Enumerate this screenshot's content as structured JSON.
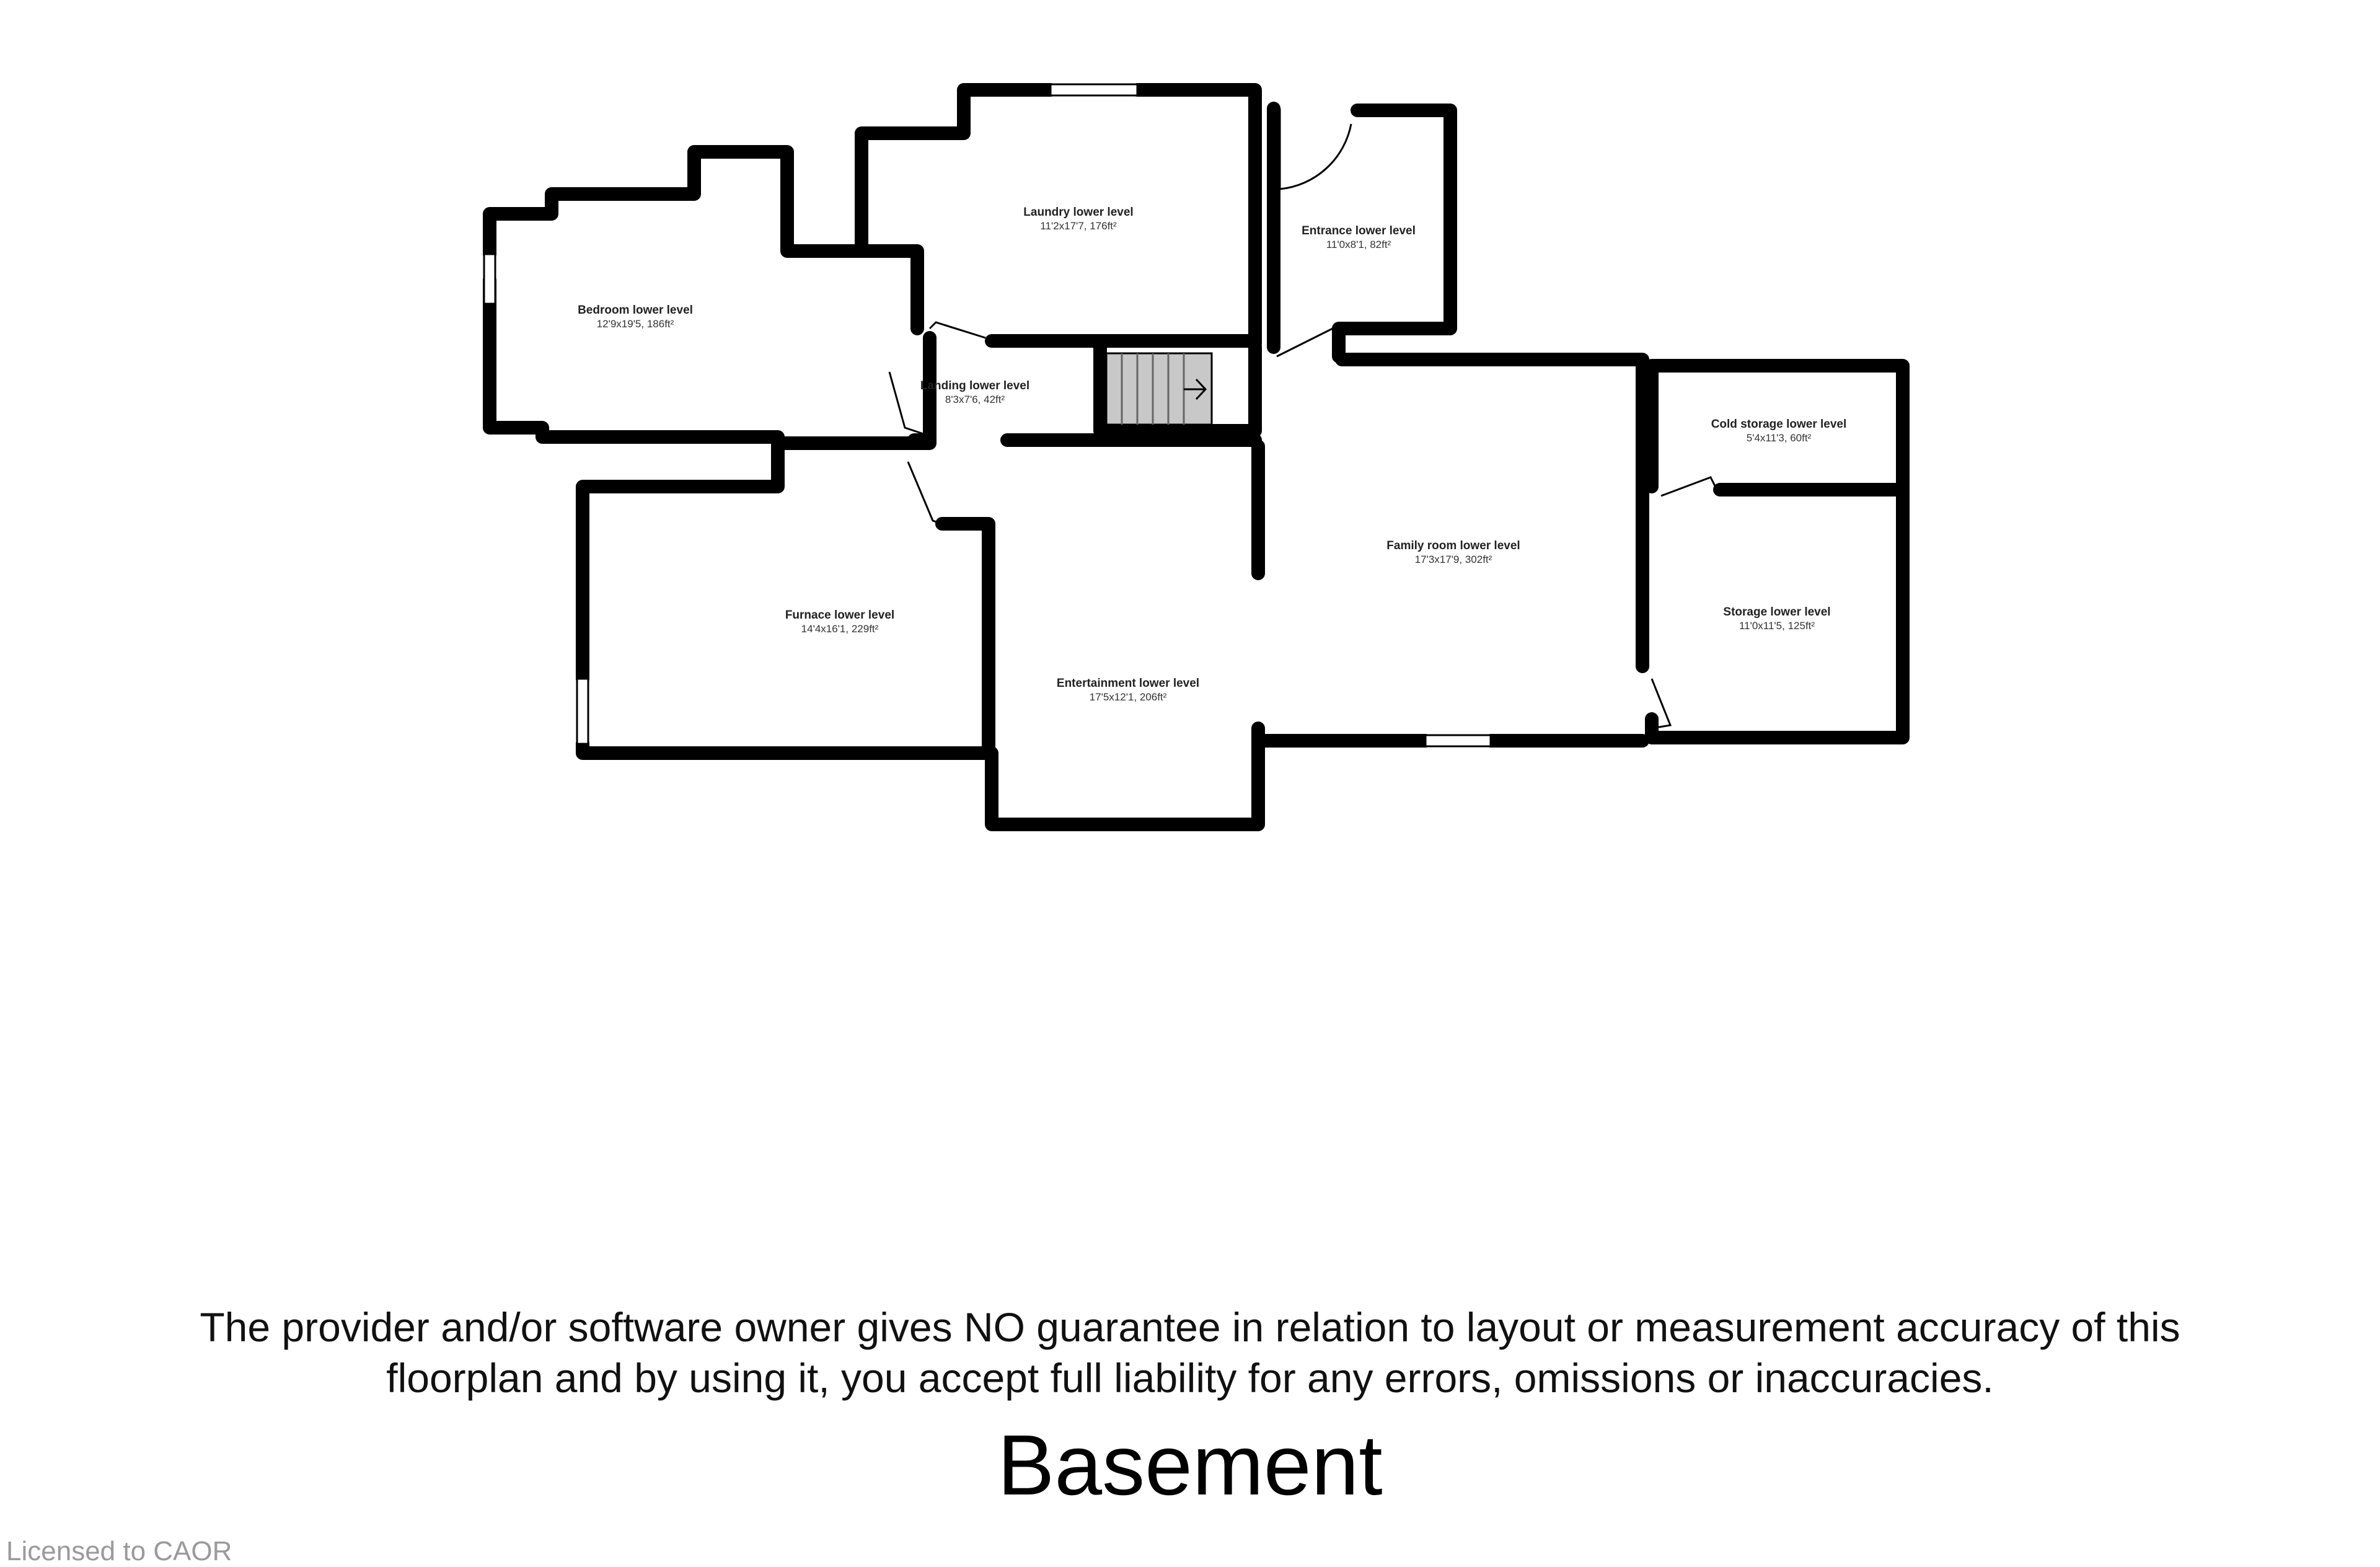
{
  "floor_plan": {
    "title": "Basement",
    "rooms": [
      {
        "id": "laundry",
        "name": "Laundry lower level",
        "dims": "11'2x17'7, 176ft²"
      },
      {
        "id": "entrance",
        "name": "Entrance lower level",
        "dims": "11'0x8'1, 82ft²"
      },
      {
        "id": "bedroom",
        "name": "Bedroom lower level",
        "dims": "12'9x19'5, 186ft²"
      },
      {
        "id": "landing",
        "name": "Landing lower level",
        "dims": "8'3x7'6, 42ft²"
      },
      {
        "id": "cold_storage",
        "name": "Cold storage lower level",
        "dims": "5'4x11'3, 60ft²"
      },
      {
        "id": "family_room",
        "name": "Family room lower level",
        "dims": "17'3x17'9, 302ft²"
      },
      {
        "id": "furnace",
        "name": "Furnace lower level",
        "dims": "14'4x16'1, 229ft²"
      },
      {
        "id": "storage",
        "name": "Storage lower level",
        "dims": "11'0x11'5, 125ft²"
      },
      {
        "id": "entertainment",
        "name": "Entertainment lower level",
        "dims": "17'5x12'1, 206ft²"
      }
    ],
    "wall_color": "#000000",
    "stairs_color": "#c8c8c8"
  },
  "disclaimer": {
    "line1": "The provider and/or software owner gives NO guarantee in relation to layout or measurement accuracy of this",
    "line2": "floorplan and by using it, you accept full liability for any errors, omissions or inaccuracies."
  },
  "watermark": "Licensed to CAOR"
}
